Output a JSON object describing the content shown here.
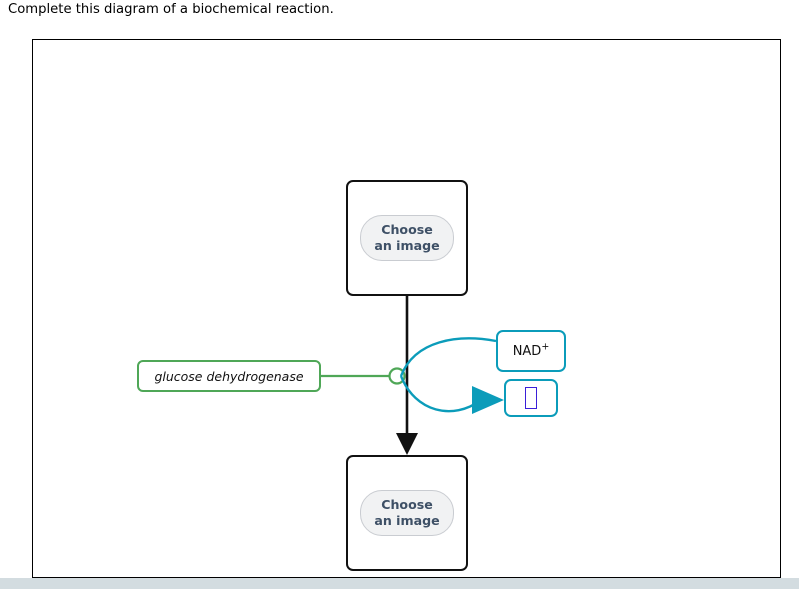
{
  "prompt": {
    "text": "Complete this diagram of a biochemical reaction."
  },
  "diagram": {
    "substrate": {
      "picker_label_line1": "Choose",
      "picker_label_line2": "an image"
    },
    "product": {
      "picker_label_line1": "Choose",
      "picker_label_line2": "an image"
    },
    "enzyme": {
      "label": "glucose dehydrogenase"
    },
    "cofactor_in": {
      "label": "NAD",
      "charge": "+"
    },
    "cofactor_out": {
      "label": ""
    }
  },
  "colors": {
    "enzyme_green": "#4fa757",
    "cofactor_teal": "#0b9cba",
    "reaction_black": "#111111",
    "pill_fill": "#f1f2f3",
    "pill_text": "#3e5066",
    "missing_glyph_purple": "#3a1fd8",
    "scrollbar": "#d3dce0"
  },
  "icons": {
    "reaction_node": "reaction-node-circle-icon",
    "down_arrow": "down-arrow-icon",
    "curved_arrow": "curved-arrow-icon",
    "missing_glyph": "missing-glyph-icon"
  }
}
